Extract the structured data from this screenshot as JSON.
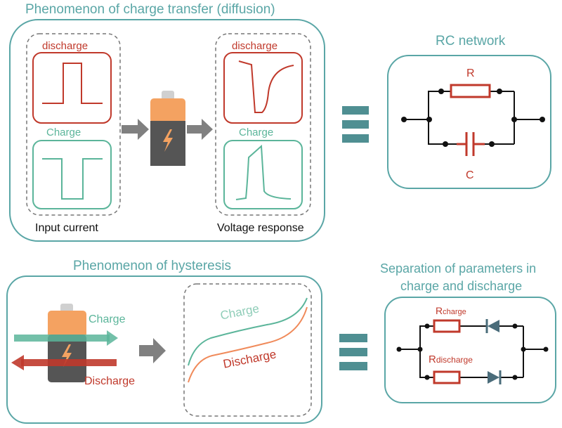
{
  "top_section": {
    "title": "Phenomenon of charge transfer (diffusion)",
    "input": {
      "discharge_label": "discharge",
      "charge_label": "Charge",
      "caption": "Input current"
    },
    "output": {
      "discharge_label": "discharge",
      "charge_label": "Charge",
      "caption": "Voltage response"
    }
  },
  "rc_network": {
    "title": "RC network",
    "resistor_label": "R",
    "capacitor_label": "C"
  },
  "bottom_section": {
    "title": "Phenomenon of hysteresis",
    "charge_arrow_label": "Charge",
    "discharge_arrow_label": "Discharge",
    "curve_charge_label": "Charge",
    "curve_discharge_label": "Discharge"
  },
  "separation": {
    "title_line1": "Separation of parameters in",
    "title_line2": "charge and discharge",
    "r_charge_main": "R",
    "r_charge_sub": "charge",
    "r_discharge_main": "R",
    "r_discharge_sub": "discharge"
  },
  "colors": {
    "frame": "#5aa6a6",
    "discharge": "#c0392b",
    "charge": "#5bb59a",
    "battery_top": "#f4a261",
    "battery_body": "#555555",
    "arrow": "#808080",
    "equals": "#4f8f92"
  }
}
